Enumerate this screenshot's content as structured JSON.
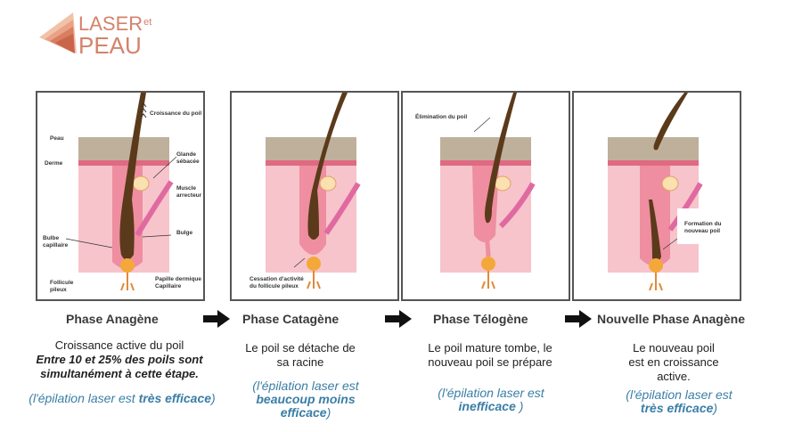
{
  "brand": {
    "line1": "LASER",
    "line1_sup": "et",
    "line2": "PEAU"
  },
  "colors": {
    "skin_top": "#bfb09c",
    "skin_band": "#e06a82",
    "skin": "#f7c4cc",
    "hair": "#5a3a1a",
    "papilla": "#f4a83a",
    "accent": "#3a7ea6"
  },
  "labels": {
    "croissance": "Croissance du poil",
    "peau": "Peau",
    "derme": "Derme",
    "glande": "Glande\nsébacée",
    "muscle": "Muscle\narrecteur",
    "bulge": "Bulge",
    "bulbe": "Bulbe\ncapillaire",
    "follicule": "Follicule\npileux",
    "papille": "Papille dermique\nCapillaire",
    "cessation": "Cessation d'activité\ndu follicule pileux",
    "elimination": "Élimination du poil",
    "formation": "Formation du\nnouveau poil"
  },
  "phases": [
    {
      "title": "Phase Anagène",
      "desc": "Croissance active du poil",
      "desc_bold": "Entre 10 et 25% des poils sont simultanément à cette étape.",
      "note_pre": "(l'épilation laser est ",
      "note_bold": "très efficace",
      "note_post": ")"
    },
    {
      "title": "Phase Catagène",
      "desc": "Le poil se détache de sa racine",
      "note_pre": "(l'épilation laser est ",
      "note_bold": "beaucoup moins efficace",
      "note_post": ")"
    },
    {
      "title": "Phase Télogène",
      "desc": "Le poil mature tombe, le nouveau poil se prépare",
      "note_pre": "(l'épilation laser est ",
      "note_bold": "inefficace",
      "note_post": " )"
    },
    {
      "title": "Nouvelle Phase Anagène",
      "desc": "Le nouveau poil est en croissance active.",
      "note_pre": "(l'épilation laser est ",
      "note_bold": "très efficace",
      "note_post": ")"
    }
  ]
}
